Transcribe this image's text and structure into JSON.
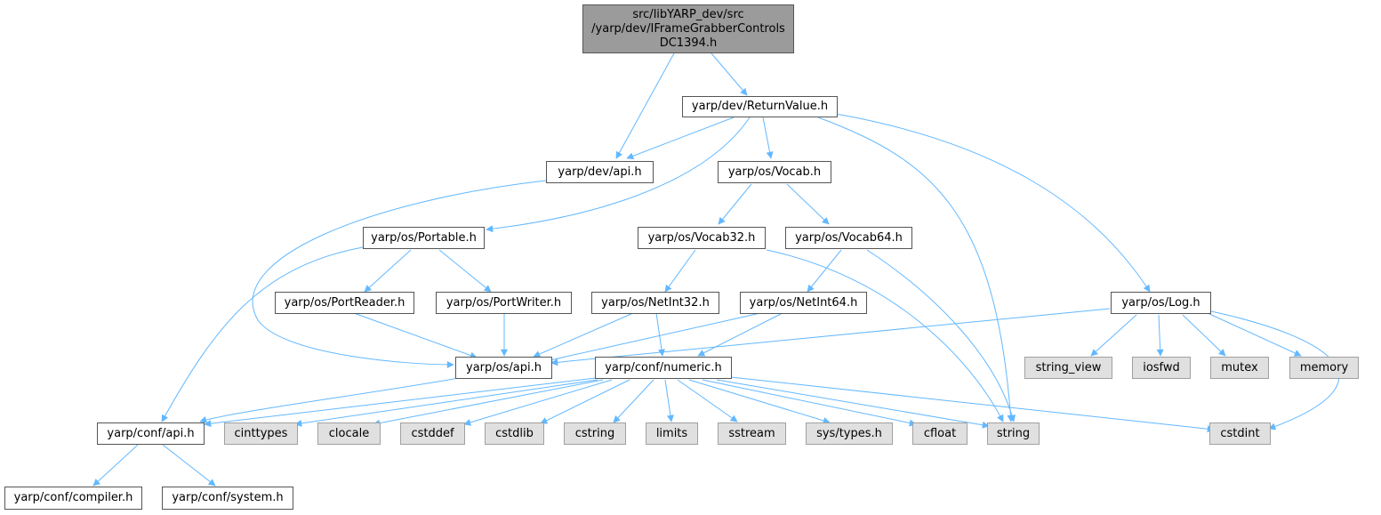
{
  "colors": {
    "edge": "#63b8ff",
    "root_fill": "#9b9b9b",
    "system_fill": "#e0e0e0",
    "border": "#555555"
  },
  "nodes": {
    "root": "src/libYARP_dev/src\n/yarp/dev/IFrameGrabberControls\nDC1394.h",
    "returnvalue": "yarp/dev/ReturnValue.h",
    "devapi": "yarp/dev/api.h",
    "vocab": "yarp/os/Vocab.h",
    "portable": "yarp/os/Portable.h",
    "vocab32": "yarp/os/Vocab32.h",
    "vocab64": "yarp/os/Vocab64.h",
    "portreader": "yarp/os/PortReader.h",
    "portwriter": "yarp/os/PortWriter.h",
    "netint32": "yarp/os/NetInt32.h",
    "netint64": "yarp/os/NetInt64.h",
    "log": "yarp/os/Log.h",
    "osapi": "yarp/os/api.h",
    "numeric": "yarp/conf/numeric.h",
    "string_view": "string_view",
    "iosfwd": "iosfwd",
    "mutex": "mutex",
    "memory": "memory",
    "confapi": "yarp/conf/api.h",
    "cinttypes": "cinttypes",
    "clocale": "clocale",
    "cstddef": "cstddef",
    "cstdlib": "cstdlib",
    "cstring": "cstring",
    "limits": "limits",
    "sstream": "sstream",
    "systypes": "sys/types.h",
    "cfloat": "cfloat",
    "string": "string",
    "cstdint": "cstdint",
    "compiler": "yarp/conf/compiler.h",
    "system": "yarp/conf/system.h"
  }
}
